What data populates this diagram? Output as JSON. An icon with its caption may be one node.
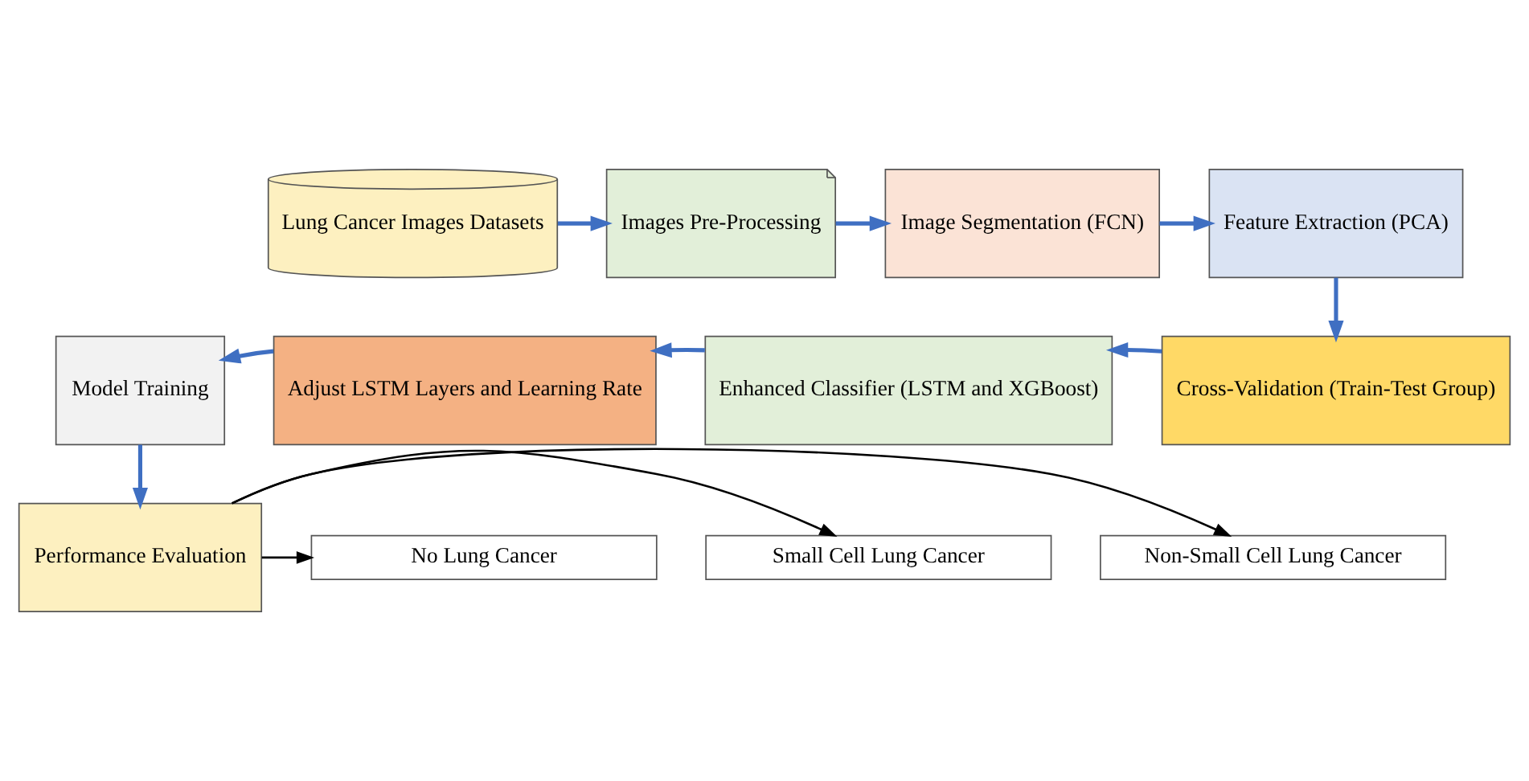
{
  "diagram": {
    "nodes": [
      {
        "text": [
          "Lung Cancer Images Datasets"
        ]
      },
      {
        "text": [
          "Images Pre-Processing"
        ]
      },
      {
        "text": [
          "Image Segmentation (FCN)"
        ]
      },
      {
        "text": [
          "Feature Extraction (PCA)"
        ]
      },
      {
        "text": [
          "Cross-Validation (Train-Test Group)"
        ]
      },
      {
        "text": [
          "Enhanced Classifier (LSTM and XGBoost)"
        ]
      },
      {
        "text": [
          "Adjust LSTM Layers and Learning Rate"
        ]
      },
      {
        "text": [
          "Model Training"
        ]
      },
      {
        "text": [
          "Performance Evaluation"
        ]
      },
      {
        "text": [
          "Non-Small Cell Lung Cancer"
        ]
      },
      {
        "text": [
          "Small Cell Lung Cancer"
        ]
      },
      {
        "text": [
          "No Lung Cancer"
        ]
      }
    ],
    "edges": [
      {
        "from": 0,
        "to": 1,
        "arrow": "to"
      },
      {
        "from": 1,
        "to": 2,
        "arrow": "to"
      },
      {
        "from": 2,
        "to": 3,
        "arrow": "to"
      },
      {
        "from": 3,
        "to": 4,
        "arrow": "to"
      },
      {
        "from": 4,
        "to": 5,
        "arrow": "to"
      },
      {
        "from": 5,
        "to": 6,
        "arrow": "to"
      },
      {
        "from": 6,
        "to": 7,
        "arrow": "to"
      },
      {
        "from": 7,
        "to": 8,
        "arrow": "to"
      },
      {
        "from": 8,
        "to": 9,
        "arrow": "to",
        "color": "#000000"
      },
      {
        "from": 8,
        "to": 10,
        "arrow": "to",
        "color": "#000000"
      },
      {
        "from": 8,
        "to": 11,
        "arrow": "to",
        "color": "#000000"
      }
    ]
  }
}
